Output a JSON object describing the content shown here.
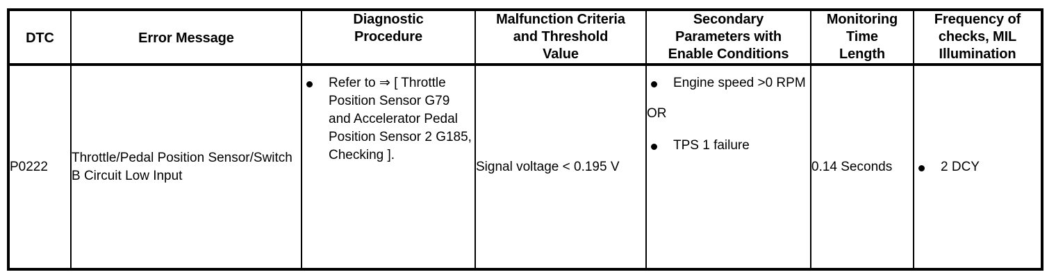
{
  "table": {
    "columns": [
      {
        "key": "dtc",
        "label": "DTC"
      },
      {
        "key": "error",
        "label": "Error Message"
      },
      {
        "key": "procedure",
        "label": "Diagnostic\nProcedure"
      },
      {
        "key": "criteria",
        "label": "Malfunction Criteria\nand Threshold\nValue"
      },
      {
        "key": "secondary",
        "label": "Secondary\nParameters with\nEnable Conditions"
      },
      {
        "key": "monitoring",
        "label": "Monitoring\nTime\nLength"
      },
      {
        "key": "frequency",
        "label": "Frequency of\nchecks, MIL\nIllumination"
      }
    ],
    "rows": [
      {
        "dtc": "P0222",
        "error": "Throttle/Pedal Position Sensor/Switch B Circuit Low Input",
        "procedure_bullets": [
          "Refer to ⇒ [ Throttle Position Sensor G79 and Accelerator Pedal Position Sensor 2 G185, Checking ]."
        ],
        "criteria": "Signal voltage < 0.195 V",
        "secondary": {
          "first_bullet": "Engine speed >0 RPM",
          "conjunction": "OR",
          "second_bullet": "TPS 1 failure"
        },
        "monitoring": "0.14 Seconds",
        "frequency_bullets": [
          "2 DCY"
        ]
      }
    ]
  },
  "icons": {
    "bullet": "bullet-dot-icon",
    "arrow": "double-arrow-right-icon"
  },
  "colors": {
    "border": "#000000",
    "text": "#000000",
    "background": "#ffffff"
  }
}
